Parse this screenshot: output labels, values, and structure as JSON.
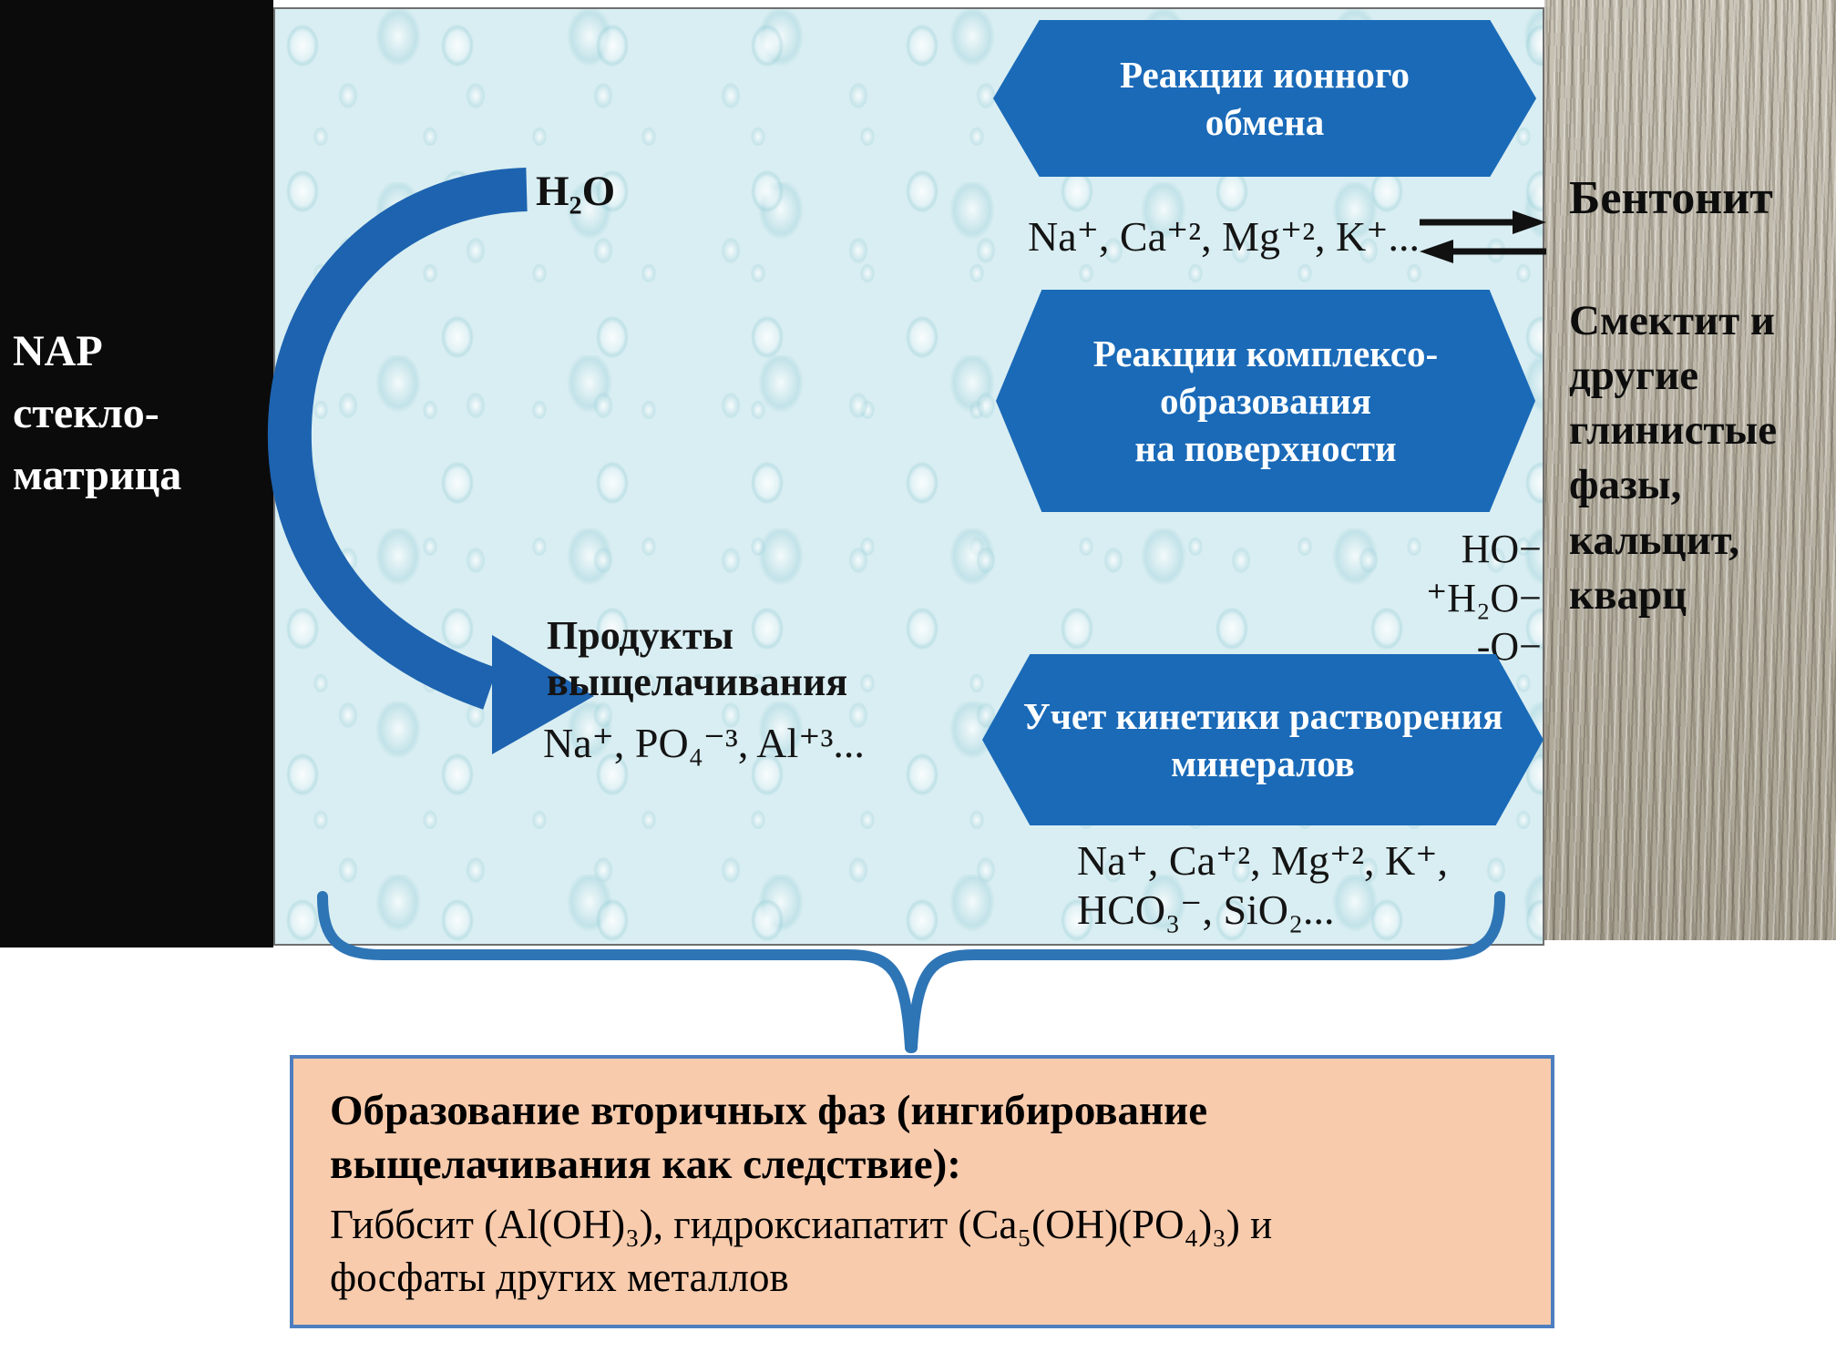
{
  "colors": {
    "hex-blue": "#1a6ab8",
    "arrow-blue": "#1d63b0",
    "brace-blue": "#2e75b6",
    "box-fill": "#f8cbad",
    "box-border": "#4d7ebf"
  },
  "left_panel": {
    "line1": "NAP",
    "line2": "стекло-",
    "line3": "матрица"
  },
  "water": {
    "h2o_label": "H₂O"
  },
  "leaching": {
    "title_line1": "Продукты",
    "title_line2": "выщелачивания",
    "ions": "Na⁺, PO₄⁻³, Al⁺³..."
  },
  "hex1": {
    "line1": "Реакции ионного",
    "line2": "обмена"
  },
  "ion_exchange": {
    "ions": "Na⁺, Ca⁺², Mg⁺², K⁺..."
  },
  "hex2": {
    "line1": "Реакции комплексо-",
    "line2": "образования",
    "line3": "на поверхности"
  },
  "surface_groups": {
    "g1": "HO−",
    "g2": "⁺H₂O−",
    "g3": "-O−"
  },
  "hex3": {
    "line1": "Учет кинетики растворения",
    "line2": "минералов"
  },
  "kinetics": {
    "ions_line1": "Na⁺, Ca⁺², Mg⁺², K⁺,",
    "ions_line2": "HCO₃⁻, SiO₂..."
  },
  "right_panel": {
    "title": "Бентонит",
    "subtitle": "Смектит и другие глинистые фазы, кальцит, кварц"
  },
  "bottom_box": {
    "bold_line1": "Образование вторичных фаз (ингибирование",
    "bold_line2": "выщелачивания как следствие):",
    "text_line1": "Гиббсит (Al(OH)₃), гидроксиапатит (Ca₅(OH)(PO₄)₃) и",
    "text_line2": "фосфаты других металлов"
  }
}
